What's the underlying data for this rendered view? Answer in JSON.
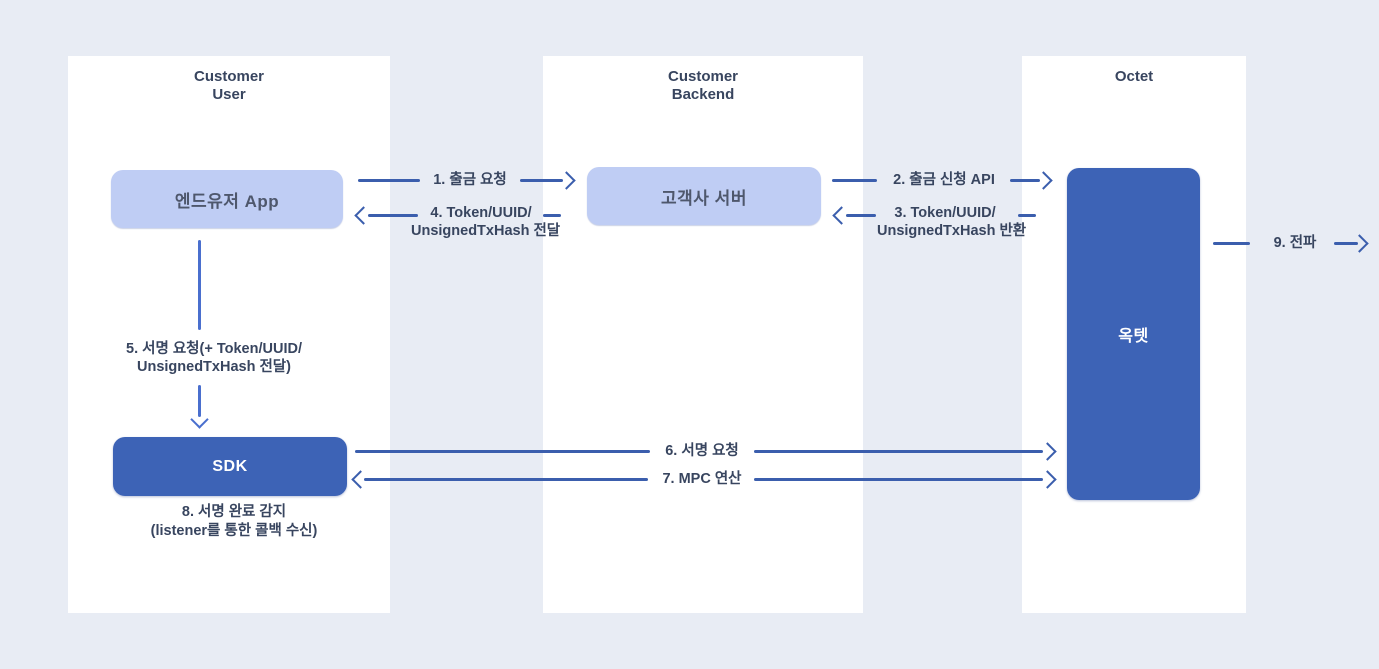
{
  "colors": {
    "bg": "#e8ecf4",
    "panel_bg": "#ffffff",
    "box_light": "#bfcdf4",
    "box_dark": "#3d63b6",
    "arrow": "#3b5ead",
    "arrow_v": "#4a6fce",
    "text_label": "#38455f",
    "text_light_box": "#4e576c",
    "text_dark_box": "#ffffff"
  },
  "lanes": {
    "user": {
      "title_line1": "Customer",
      "title_line2": "User"
    },
    "backend": {
      "title_line1": "Customer",
      "title_line2": "Backend"
    },
    "octet": {
      "title_line1": "Octet"
    }
  },
  "nodes": {
    "end_user_app": {
      "label": "엔드유저 App"
    },
    "customer_server": {
      "label": "고객사 서버"
    },
    "octet": {
      "label": "옥텟"
    },
    "sdk": {
      "label": "SDK"
    }
  },
  "arrows": {
    "a1": {
      "label": "1. 출금 요청",
      "direction": "right",
      "from": "end_user_app",
      "to": "customer_server"
    },
    "a2": {
      "label": "2. 출금 신청 API",
      "direction": "right",
      "from": "customer_server",
      "to": "octet"
    },
    "a3": {
      "label_line1": "3. Token/UUID/",
      "label_line2": "UnsignedTxHash 반환",
      "direction": "left",
      "from": "octet",
      "to": "customer_server"
    },
    "a4": {
      "label_line1": "4. Token/UUID/",
      "label_line2": "UnsignedTxHash 전달",
      "direction": "left",
      "from": "customer_server",
      "to": "end_user_app"
    },
    "a5": {
      "label_line1": "5. 서명 요청(+ Token/UUID/",
      "label_line2": "UnsignedTxHash 전달)",
      "direction": "down",
      "from": "end_user_app",
      "to": "sdk"
    },
    "a6": {
      "label": "6. 서명 요청",
      "direction": "right",
      "from": "sdk",
      "to": "octet"
    },
    "a7": {
      "label": "7. MPC 연산",
      "direction": "both",
      "from": "sdk",
      "to": "octet"
    },
    "a9": {
      "label": "9. 전파",
      "direction": "right",
      "from": "octet",
      "to": "out"
    }
  },
  "notes": {
    "sdk_note_line1": "8. 서명 완료 감지",
    "sdk_note_line2": "(listener를 통한 콜백 수신)"
  }
}
